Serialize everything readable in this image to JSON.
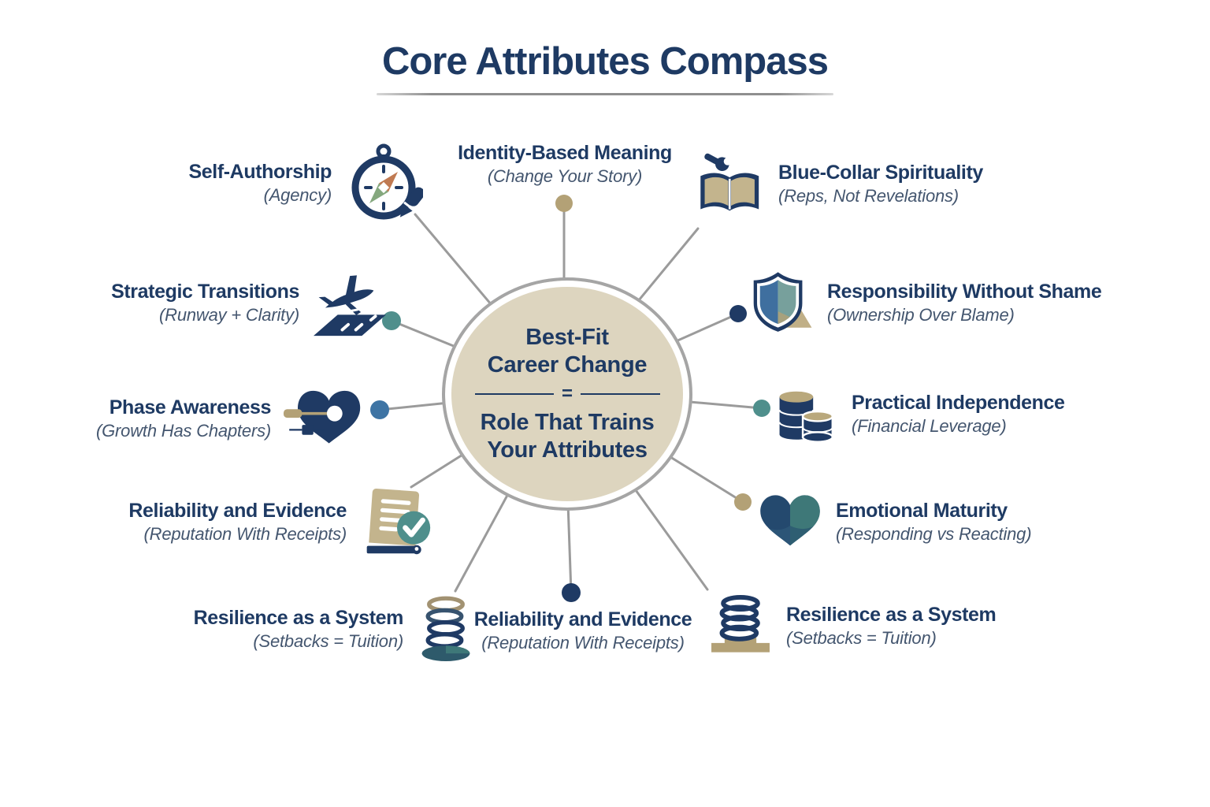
{
  "title": "Core Attributes Compass",
  "center": {
    "line1": "Best-Fit",
    "line2": "Career Change",
    "equals": "=",
    "line3": "Role That Trains",
    "line4": "Your Attributes"
  },
  "nodes": [
    {
      "id": "self-authorship",
      "title": "Self-Authorship",
      "subtitle": "(Agency)",
      "icon": "compass-pen-icon"
    },
    {
      "id": "identity-based-meaning",
      "title": "Identity-Based Meaning",
      "subtitle": "(Change Your Story)",
      "icon": null
    },
    {
      "id": "blue-collar-spirituality",
      "title": "Blue-Collar Spirituality",
      "subtitle": "(Reps, Not Revelations)",
      "icon": "book-wrench-icon"
    },
    {
      "id": "strategic-transitions",
      "title": "Strategic Transitions",
      "subtitle": "(Runway + Clarity)",
      "icon": "airplane-runway-icon"
    },
    {
      "id": "responsibility-without-shame",
      "title": "Responsibility Without Shame",
      "subtitle": "(Ownership Over Blame)",
      "icon": "shield-icon"
    },
    {
      "id": "phase-awareness",
      "title": "Phase Awareness",
      "subtitle": "(Growth Has Chapters)",
      "icon": "heart-arrow-icon"
    },
    {
      "id": "practical-independence",
      "title": "Practical Independence",
      "subtitle": "(Financial Leverage)",
      "icon": "coin-stacks-icon"
    },
    {
      "id": "reliability-and-evidence-left",
      "title": "Reliability and Evidence",
      "subtitle": "(Reputation With Receipts)",
      "icon": "receipt-check-icon"
    },
    {
      "id": "emotional-maturity",
      "title": "Emotional Maturity",
      "subtitle": "(Responding vs Reacting)",
      "icon": "two-tone-heart-icon"
    },
    {
      "id": "resilience-as-a-system-left",
      "title": "Resilience as a System",
      "subtitle": "(Setbacks = Tuition)",
      "icon": "spring-icon"
    },
    {
      "id": "reliability-and-evidence-bottom",
      "title": "Reliability and Evidence",
      "subtitle": "(Reputation With Receipts)",
      "icon": null
    },
    {
      "id": "resilience-as-a-system-right",
      "title": "Resilience as a System",
      "subtitle": "(Setbacks = Tuition)",
      "icon": "spring-base-icon"
    }
  ],
  "palette": {
    "navy": "#1f3a64",
    "subtitle_slate": "#44566f",
    "tan": "#b3a176",
    "khaki": "#c3b48d",
    "teal": "#4f8f8c",
    "steel_blue": "#3e74a4",
    "heart_teal": "#3e7878",
    "line_gray": "#9b9b9b",
    "hub_fill": "#ddd5bf",
    "hub_ring": "#a5a5a5",
    "needle_orange": "#c07a52",
    "needle_green": "#85a87e"
  }
}
